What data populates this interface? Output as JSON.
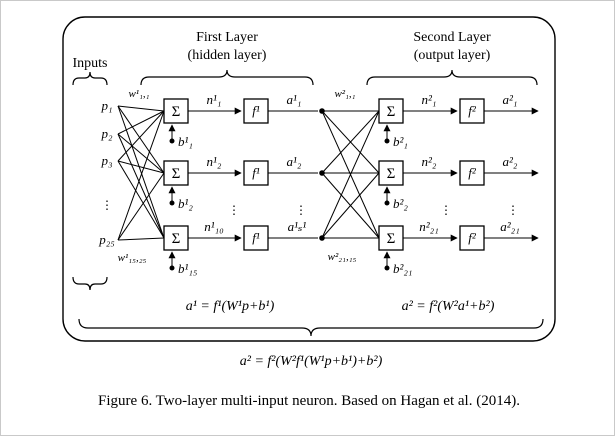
{
  "figure": {
    "caption": "Figure 6. Two-layer multi-input neuron. Based on Hagan et al. (2014).",
    "combined_formula": "a² = f²(W²f¹(W¹p+b¹)+b²)"
  },
  "inputs": {
    "header": "Inputs",
    "items": [
      "p₁",
      "p₂",
      "p₃"
    ],
    "last": "p₂₅",
    "ellipsis": "⋮"
  },
  "layer1": {
    "title": "First Layer",
    "subtitle": "(hidden layer)",
    "weight_top": "w¹₁,₁",
    "weight_bottom": "w¹₁₅,₂₅",
    "sum_symbol": "Σ",
    "biases": [
      "b¹₁",
      "b¹₂",
      "b¹₁₅"
    ],
    "net_labels": [
      "n¹₁",
      "n¹₂",
      "n¹₁₀"
    ],
    "transfer": "f¹",
    "outputs": [
      "a¹₁",
      "a¹₂",
      "a¹ₛ¹"
    ],
    "formula": "a¹ = f¹(W¹p+b¹)",
    "ellipsis": "⋮"
  },
  "layer2": {
    "title": "Second Layer",
    "subtitle": "(output layer)",
    "weight_top": "w²₁,₁",
    "weight_bottom": "w²₂₁,₁₅",
    "sum_symbol": "Σ",
    "biases": [
      "b²₁",
      "b²₂",
      "b²₂₁"
    ],
    "net_labels": [
      "n²₁",
      "n²₂",
      "n²₂₁"
    ],
    "transfer": "f²",
    "outputs": [
      "a²₁",
      "a²₂",
      "a²₂₁"
    ],
    "formula": "a² = f²(W²a¹+b²)",
    "ellipsis": "⋮"
  }
}
